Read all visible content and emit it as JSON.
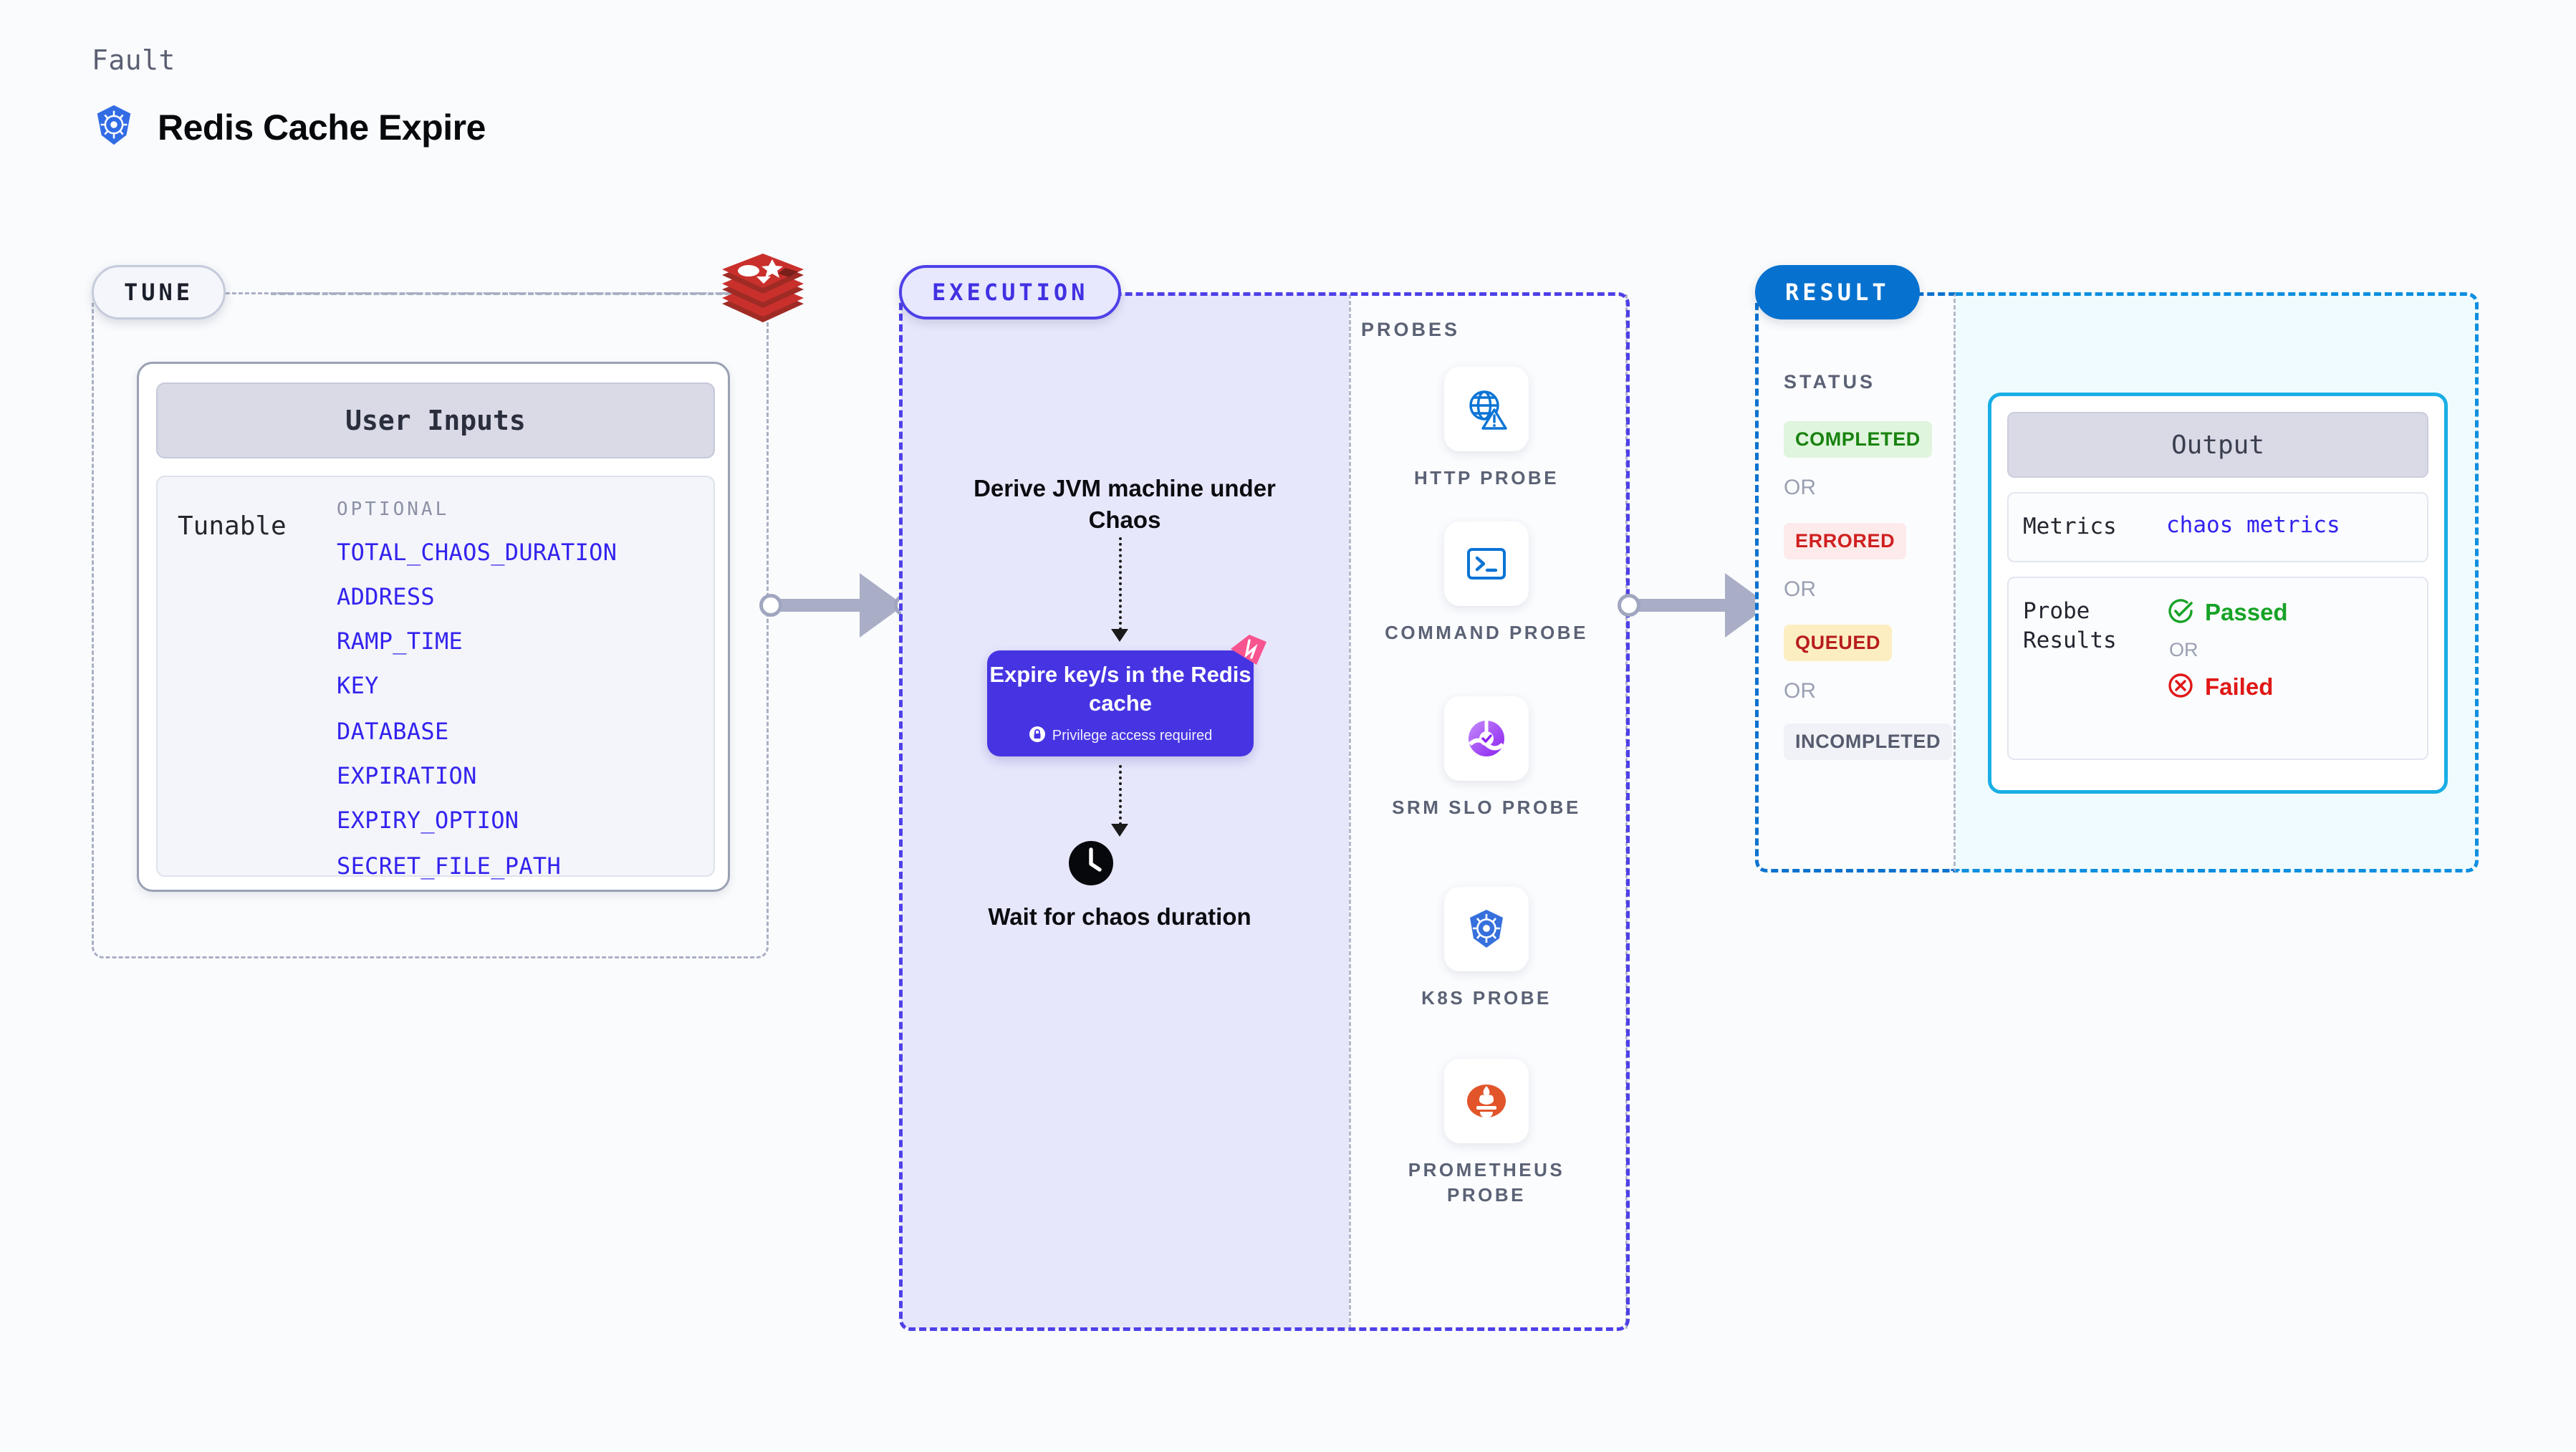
{
  "header": {
    "kicker": "Fault",
    "title": "Redis Cache Expire",
    "icon": "kubernetes-icon"
  },
  "tune": {
    "badge": "TUNE",
    "source_icon": "redis-logo",
    "card_header": "User Inputs",
    "row_label": "Tunable",
    "optional_caption": "OPTIONAL",
    "optional_params": [
      "TOTAL_CHAOS_DURATION",
      "ADDRESS",
      "RAMP_TIME",
      "KEY",
      "DATABASE",
      "EXPIRATION",
      "EXPIRY_OPTION",
      "SECRET_FILE_PATH"
    ]
  },
  "execution": {
    "badge": "EXECUTION",
    "step_derive": "Derive JVM machine under Chaos",
    "action_title": "Expire key/s in the Redis cache",
    "privilege_note": "Privilege access required",
    "privilege_icon": "lock-icon",
    "fault_marker_icon": "fault-flag-icon",
    "wait_icon": "clock-icon",
    "step_wait": "Wait for chaos duration"
  },
  "probes": {
    "caption": "PROBES",
    "items": [
      {
        "label": "HTTP PROBE",
        "icon": "globe-warning-icon"
      },
      {
        "label": "COMMAND PROBE",
        "icon": "terminal-icon"
      },
      {
        "label": "SRM SLO PROBE",
        "icon": "srm-slo-icon"
      },
      {
        "label": "K8S PROBE",
        "icon": "kubernetes-icon"
      },
      {
        "label": "PROMETHEUS PROBE",
        "icon": "prometheus-icon"
      }
    ]
  },
  "result": {
    "badge": "RESULT",
    "status_caption": "STATUS",
    "or_label": "OR",
    "statuses": [
      {
        "label": "COMPLETED",
        "color": "#18820f",
        "bg": "#dff5dd"
      },
      {
        "label": "ERRORED",
        "color": "#cf2020",
        "bg": "#fdeaea"
      },
      {
        "label": "QUEUED",
        "color": "#b71d1d",
        "bg": "#fdeec2"
      },
      {
        "label": "INCOMPLETED",
        "color": "#555b6d",
        "bg": "#f1f2f7"
      }
    ],
    "output": {
      "header": "Output",
      "metrics_key": "Metrics",
      "metrics_value": "chaos metrics",
      "probe_results_key": "Probe Results",
      "passed_label": "Passed",
      "passed_icon": "check-circle-icon",
      "failed_label": "Failed",
      "failed_icon": "x-circle-icon",
      "or_label": "OR"
    }
  },
  "colors": {
    "accent_purple": "#4634e2",
    "accent_blue": "#0c72cf",
    "redis_red": "#c9302c",
    "pass_green": "#16a326",
    "fail_red": "#e01717"
  }
}
